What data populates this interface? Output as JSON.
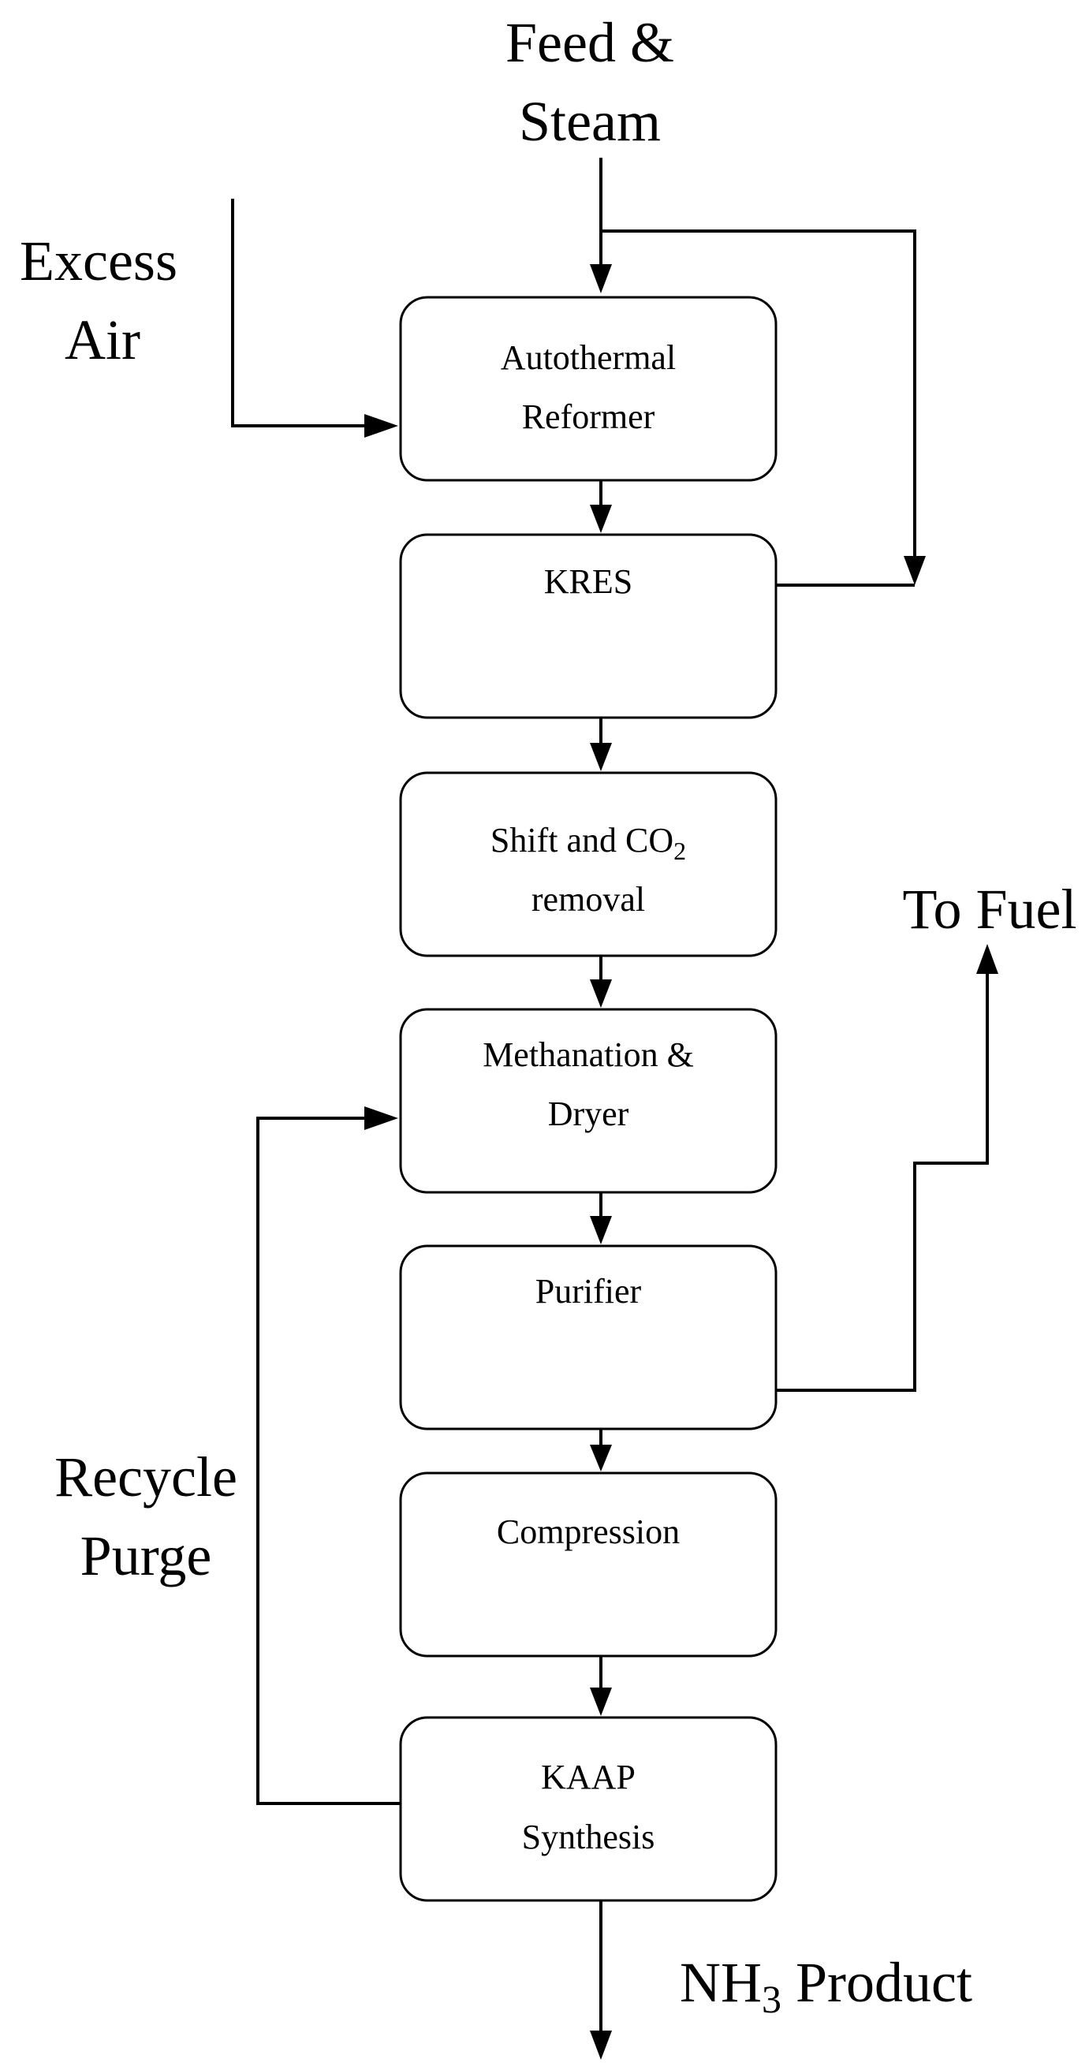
{
  "inputs": {
    "feed_line1": "Feed &",
    "feed_line2": "Steam",
    "air_line1": "Excess",
    "air_line2": "Air",
    "to_fuel": "To Fuel",
    "recycle_line1": "Recycle",
    "recycle_line2": "Purge",
    "product_main": "NH",
    "product_sub": "3",
    "product_rest": " Product"
  },
  "boxes": {
    "autothermal": {
      "line1": "Autothermal",
      "line2": "Reformer"
    },
    "kres": {
      "line1": "KRES"
    },
    "shift": {
      "line1_a": "Shift and CO",
      "line1_sub": "2",
      "line2": "removal"
    },
    "methanation": {
      "line1": "Methanation &",
      "line2": "Dryer"
    },
    "purifier": {
      "line1": "Purifier"
    },
    "compression": {
      "line1": "Compression"
    },
    "kaap": {
      "line1": "KAAP",
      "line2": "Synthesis"
    }
  }
}
